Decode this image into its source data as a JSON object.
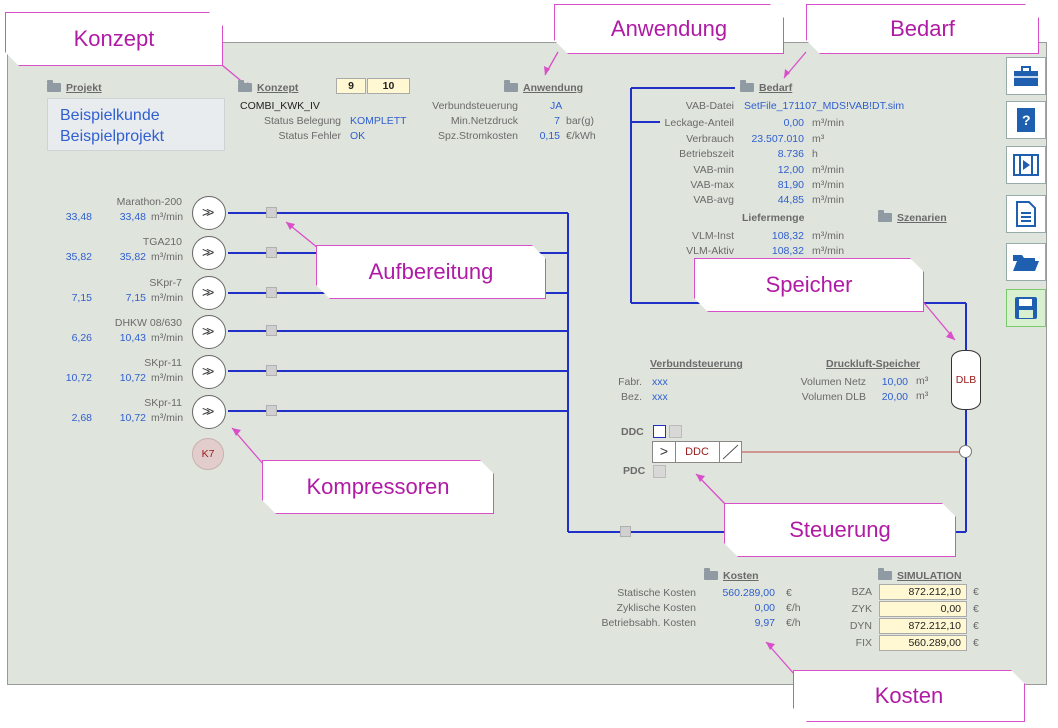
{
  "callouts": {
    "konzept": "Konzept",
    "anwendung": "Anwendung",
    "bedarf": "Bedarf",
    "aufbereitung": "Aufbereitung",
    "speicher": "Speicher",
    "kompressoren": "Kompressoren",
    "steuerung": "Steuerung",
    "kosten": "Kosten"
  },
  "projekt": {
    "header": "Projekt",
    "kunde": "Beispielkunde",
    "projekt": "Beispielprojekt"
  },
  "konzept": {
    "header": "Konzept",
    "num1": "9",
    "num2": "10",
    "name": "COMBI_KWK_IV",
    "status_belegung_label": "Status Belegung",
    "status_belegung_value": "KOMPLETT",
    "status_fehler_label": "Status Fehler",
    "status_fehler_value": "OK"
  },
  "anwendung": {
    "header": "Anwendung",
    "rows": [
      {
        "label": "Verbundsteuerung",
        "value": "JA",
        "unit": ""
      },
      {
        "label": "Min.Netzdruck",
        "value": "7",
        "unit": "bar(g)"
      },
      {
        "label": "Spz.Stromkosten",
        "value": "0,15",
        "unit": "€/kWh"
      }
    ]
  },
  "bedarf": {
    "header": "Bedarf",
    "vab_datei_label": "VAB-Datei",
    "vab_datei_value": "SetFile_171107_MDS!VAB!DT.sim",
    "rows": [
      {
        "label": "Leckage-Anteil",
        "value": "0,00",
        "unit": "m³/min"
      },
      {
        "label": "Verbrauch",
        "value": "23.507.010",
        "unit": "m³"
      },
      {
        "label": "Betriebszeit",
        "value": "8.736",
        "unit": "h"
      },
      {
        "label": "VAB-min",
        "value": "12,00",
        "unit": "m³/min"
      },
      {
        "label": "VAB-max",
        "value": "81,90",
        "unit": "m³/min"
      },
      {
        "label": "VAB-avg",
        "value": "44,85",
        "unit": "m³/min"
      }
    ],
    "liefermenge_header": "Liefermenge",
    "szenarien_header": "Szenarien",
    "liefer_rows": [
      {
        "label": "VLM-Inst",
        "value": "108,32",
        "unit": "m³/min"
      },
      {
        "label": "VLM-Aktiv",
        "value": "108,32",
        "unit": "m³/min"
      }
    ]
  },
  "compressors": [
    {
      "name": "Marathon-200",
      "left_value": "33,48",
      "value": "33,48",
      "unit": "m³/min"
    },
    {
      "name": "TGA210",
      "left_value": "35,82",
      "value": "35,82",
      "unit": "m³/min"
    },
    {
      "name": "SKpr-7",
      "left_value": "7,15",
      "value": "7,15",
      "unit": "m³/min"
    },
    {
      "name": "DHKW 08/630",
      "left_value": "6,26",
      "value": "10,43",
      "unit": "m³/min"
    },
    {
      "name": "SKpr-11",
      "left_value": "10,72",
      "value": "10,72",
      "unit": "m³/min"
    },
    {
      "name": "SKpr-11",
      "left_value": "2,68",
      "value": "10,72",
      "unit": "m³/min"
    }
  ],
  "k7_label": "K7",
  "verbund": {
    "header": "Verbundsteuerung",
    "fabr_label": "Fabr.",
    "fabr_value": "xxx",
    "bez_label": "Bez.",
    "bez_value": "xxx"
  },
  "speicher": {
    "header": "Druckluft-Speicher",
    "volumen_netz_label": "Volumen Netz",
    "volumen_netz_value": "10,00",
    "volumen_dlb_label": "Volumen DLB",
    "volumen_dlb_value": "20,00",
    "unit": "m³",
    "dlb_label": "DLB"
  },
  "control": {
    "ddc_label": "DDC",
    "pdc_label": "PDC",
    "ddc_box": "DDC"
  },
  "kosten": {
    "header": "Kosten",
    "rows": [
      {
        "label": "Statische Kosten",
        "value": "560.289,00",
        "unit": "€"
      },
      {
        "label": "Zyklische Kosten",
        "value": "0,00",
        "unit": "€/h"
      },
      {
        "label": "Betriebsabh. Kosten",
        "value": "9,97",
        "unit": "€/h"
      }
    ]
  },
  "simulation": {
    "header": "SIMULATION",
    "rows": [
      {
        "label": "BZA",
        "value": "872.212,10",
        "unit": "€"
      },
      {
        "label": "ZYK",
        "value": "0,00",
        "unit": "€"
      },
      {
        "label": "DYN",
        "value": "872.212,10",
        "unit": "€"
      },
      {
        "label": "FIX",
        "value": "560.289,00",
        "unit": "€"
      }
    ]
  },
  "toolbar_icons": [
    "toolbox-icon",
    "help-manual-icon",
    "video-icon",
    "document-icon",
    "folder-open-icon",
    "save-icon"
  ],
  "colors": {
    "accent_blue": "#2f5fd0",
    "line_blue": "#1f2fc8",
    "callout_magenta": "#b01ba5",
    "panel_bg": "#dfe4dc",
    "input_bg": "#fff8d2"
  }
}
